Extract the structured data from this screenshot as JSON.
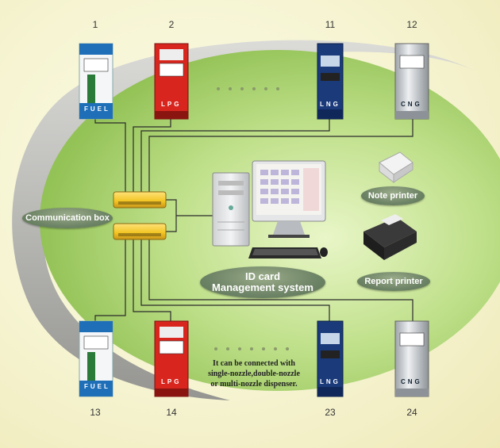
{
  "dispensers": {
    "d1": {
      "number": "1",
      "label": "FUEL"
    },
    "d2": {
      "number": "2",
      "label": "LPG"
    },
    "d11": {
      "number": "11",
      "label": "LNG"
    },
    "d12": {
      "number": "12",
      "label": "CNG"
    },
    "d13": {
      "number": "13",
      "label": "FUEL"
    },
    "d14": {
      "number": "14",
      "label": "LPG"
    },
    "d23": {
      "number": "23",
      "label": "LNG"
    },
    "d24": {
      "number": "24",
      "label": "CNG"
    }
  },
  "labels": {
    "communication_box": "Communication box",
    "note_printer": "Note printer",
    "report_printer": "Report printer",
    "management_line1": "ID card",
    "management_line2": "Management system"
  },
  "note": {
    "line1": "It can be connected with",
    "line2": "single-nozzle,double-nozzle",
    "line3": "or multi-nozzle dispenser."
  },
  "colors": {
    "ellipse_green": "#a9cf6a",
    "ellipse_gray": "#9a9a9a",
    "fuel_blue": "#1e6fb8",
    "lpg_red": "#d8261f",
    "lng_navy": "#1a3a7a",
    "cng_silver": "#c9ced3",
    "comm_box_yellow": "#f2c320"
  }
}
